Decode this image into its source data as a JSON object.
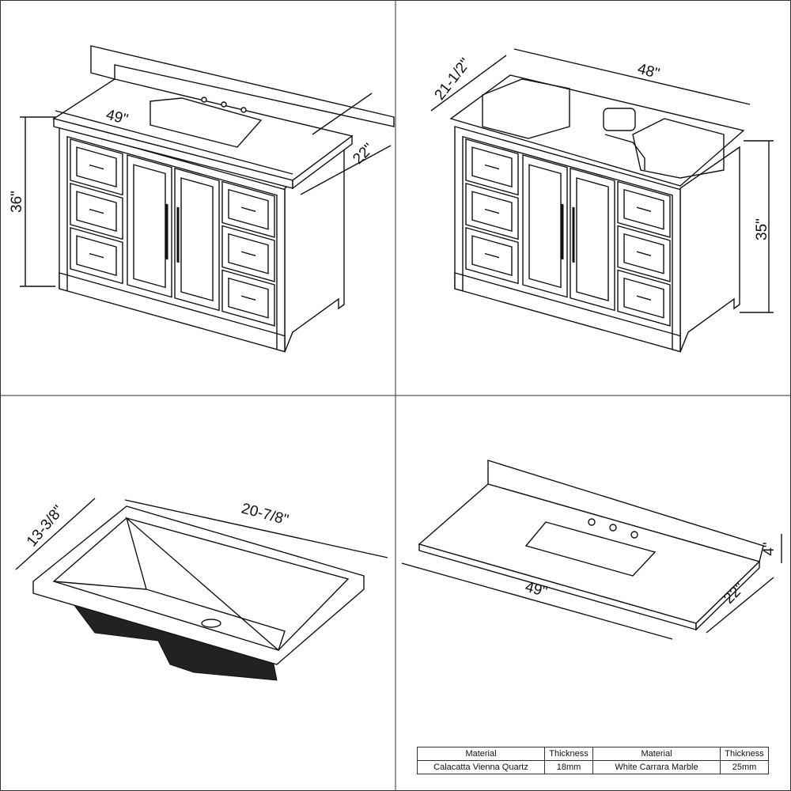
{
  "panels": {
    "assembled_vanity": {
      "width": "49\"",
      "depth": "22\"",
      "height": "36\""
    },
    "cabinet_only": {
      "depth": "21-1/2\"",
      "width": "48\"",
      "height": "35\""
    },
    "sink": {
      "depth": "13-3/8\"",
      "width": "20-7/8\""
    },
    "countertop": {
      "width": "49\"",
      "depth": "22\"",
      "backsplash_height": "4\""
    }
  },
  "material_table": {
    "headers": [
      "Material",
      "Thickness",
      "Material",
      "Thickness"
    ],
    "row": [
      "Calacatta Vienna Quartz",
      "18mm",
      "White Carrara Marble",
      "25mm"
    ]
  }
}
